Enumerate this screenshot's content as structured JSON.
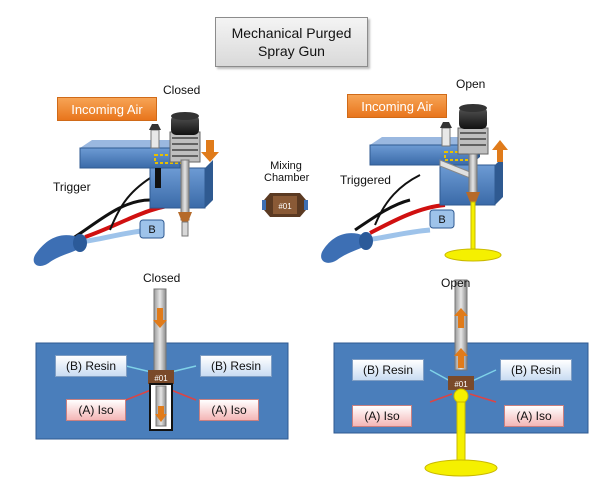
{
  "title": {
    "line1": "Mechanical Purged",
    "line2": "Spray Gun"
  },
  "top_left": {
    "state": "Closed",
    "air": "Incoming Air",
    "trigger": "Trigger",
    "b_label": "B"
  },
  "top_right": {
    "state": "Open",
    "air": "Incoming Air",
    "trigger": "Triggered",
    "b_label": "B"
  },
  "mixing": {
    "line1": "Mixing",
    "line2": "Chamber",
    "code": "#01"
  },
  "bottom_left": {
    "state": "Closed",
    "resin_left": "(B) Resin",
    "resin_right": "(B) Resin",
    "iso_left": "(A) Iso",
    "iso_right": "(A) Iso",
    "code": "#01"
  },
  "bottom_right": {
    "state": "Open",
    "resin_left": "(B) Resin",
    "resin_right": "(B) Resin",
    "iso_left": "(A) Iso",
    "iso_right": "(A) Iso",
    "code": "#01"
  },
  "colors": {
    "gun_blue": "#4a7ebb",
    "arrow_orange": "#e07b1a",
    "air_orange": "#e8751c",
    "spray_yellow": "#f5f000",
    "chamber_brown": "#7a4a2a"
  }
}
